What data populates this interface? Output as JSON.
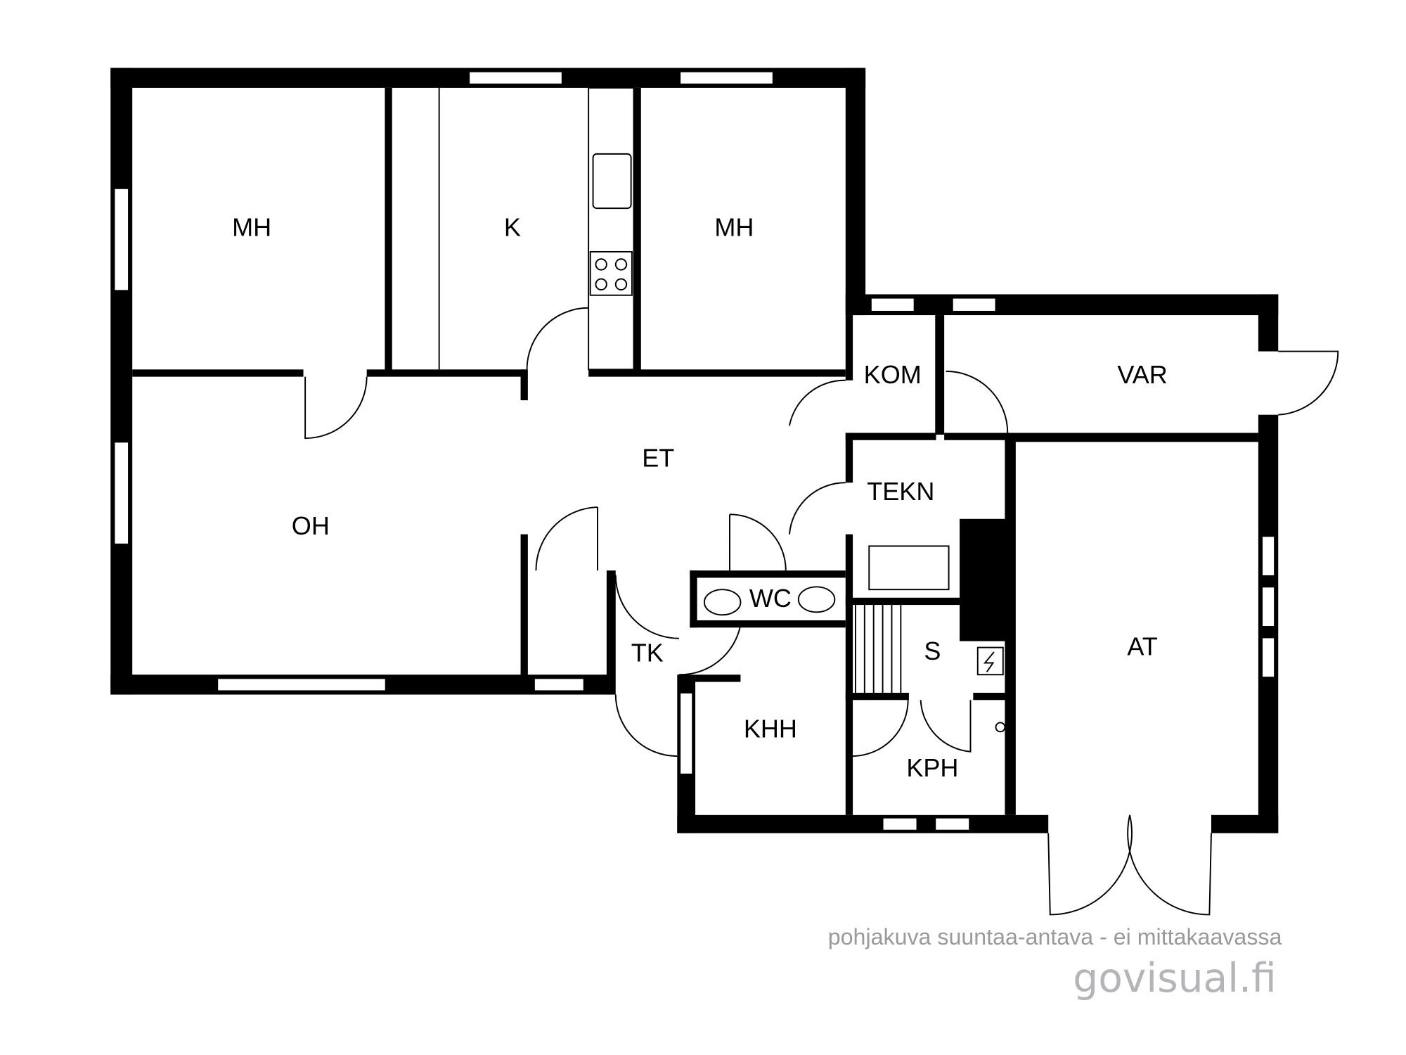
{
  "rooms": {
    "mh1": "MH",
    "k": "K",
    "mh2": "MH",
    "oh": "OH",
    "et": "ET",
    "kom": "KOM",
    "var": "VAR",
    "tekn": "TEKN",
    "wc": "WC",
    "tk": "TK",
    "s": "S",
    "khh": "KHH",
    "kph": "KPH",
    "at": "AT"
  },
  "footer": {
    "disclaimer": "pohjakuva suuntaa-antava - ei mittakaavassa",
    "brand": "govisual.fi"
  }
}
